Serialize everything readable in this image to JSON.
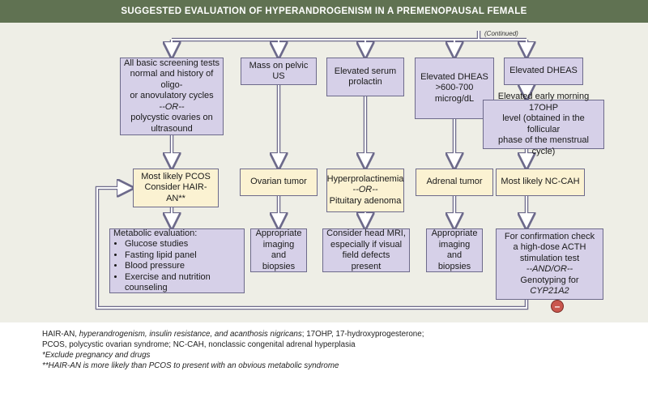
{
  "title": "SUGGESTED EVALUATION OF HYPERANDROGENISM IN A PREMENOPAUSAL FEMALE",
  "continued": "(Continued)",
  "colors": {
    "header": "#607252",
    "panel": "#eeeee6",
    "lavender_box": "#d6d0e8",
    "tan_box": "#fbf2d2",
    "arrow": "#6d6a8b",
    "badge": "#c9574e"
  },
  "nodes": {
    "basic_screening": {
      "l1": "All basic screening tests",
      "l2": "normal and history of oligo-",
      "l3": "or anovulatory cycles",
      "l4": "--OR--",
      "l5": "polycystic ovaries on",
      "l6": "ultrasound"
    },
    "mass_pelvic": {
      "l1": "Mass on pelvic US"
    },
    "serum_prolactin": {
      "l1": "Elevated serum",
      "l2": "prolactin"
    },
    "dheas_high": {
      "l1": "Elevated DHEAS",
      "l2": ">600-700 microg/dL"
    },
    "dheas": {
      "l1": "Elevated DHEAS"
    },
    "ohp17": {
      "l1": "Elevated early morning 17OHP",
      "l2": "level (obtained in the follicular",
      "l3": "phase of the menstrual cycle)"
    },
    "pcos": {
      "l1": "Most likely PCOS",
      "l2": "Consider HAIR-AN**"
    },
    "ovarian_tumor": {
      "l1": "Ovarian tumor"
    },
    "hyperprolactinemia": {
      "l1": "Hyperprolactinemia",
      "l2": "--OR--",
      "l3": "Pituitary adenoma"
    },
    "adrenal_tumor": {
      "l1": "Adrenal tumor"
    },
    "nc_cah": {
      "l1": "Most likely NC-CAH"
    },
    "metabolic": {
      "heading": "Metabolic evaluation:",
      "items": [
        "Glucose studies",
        "Fasting lipid panel",
        "Blood pressure",
        "Exercise and nutrition counseling"
      ]
    },
    "imaging1": {
      "l1": "Appropriate",
      "l2": "imaging",
      "l3": "and biopsies"
    },
    "head_mri": {
      "l1": "Consider head MRI,",
      "l2": "especially if visual",
      "l3": "field defects present"
    },
    "imaging2": {
      "l1": "Appropriate",
      "l2": "imaging",
      "l3": "and biopsies"
    },
    "confirmation": {
      "l1": "For confirmation check",
      "l2": "a high-dose ACTH",
      "l3": "stimulation test",
      "l4": "--AND/OR--",
      "l5": "Genotyping for ",
      "l5_italic": "CYP21A2"
    }
  },
  "badge": "–",
  "footnotes": {
    "f1_abbr": "HAIR-AN, ",
    "f1_italic": "hyperandrogenism, insulin resistance, and acanthosis nigricans",
    "f1_rest": "; 17OHP, 17-hydroxyprogesterone;",
    "f2": "PCOS, polycystic ovarian syndrome; NC-CAH, nonclassic congenital adrenal hyperplasia",
    "f3": "*Exclude pregnancy and drugs",
    "f4": "**HAIR-AN is more likely than PCOS to present with an obvious metabolic syndrome"
  }
}
